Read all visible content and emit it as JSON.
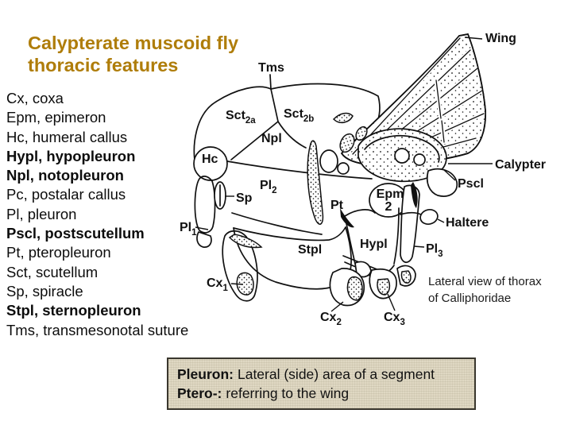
{
  "title": {
    "line1": "Calypterate muscoid fly",
    "line2": "thoracic features"
  },
  "legend": {
    "items": [
      {
        "text": "Cx, coxa",
        "bold": false
      },
      {
        "text": "Epm, epimeron",
        "bold": false
      },
      {
        "text": "Hc, humeral callus",
        "bold": false
      },
      {
        "text": "Hypl, hypopleuron",
        "bold": true
      },
      {
        "text": "Npl, notopleuron",
        "bold": true
      },
      {
        "text": "Pc, postalar callus",
        "bold": false
      },
      {
        "text": "Pl, pleuron",
        "bold": false
      },
      {
        "text": "Pscl, postscutellum",
        "bold": true
      },
      {
        "text": "Pt, pteropleuron",
        "bold": false
      },
      {
        "text": "Sct, scutellum",
        "bold": false
      },
      {
        "text": "Sp, spiracle",
        "bold": false
      },
      {
        "text": "Stpl, sternopleuron",
        "bold": true
      },
      {
        "text": "Tms, transmesonotal suture",
        "bold": false
      }
    ]
  },
  "diagram": {
    "labels": {
      "wing": "Wing",
      "tms": "Tms",
      "sct2a": {
        "main": "Sct",
        "sub": "2a"
      },
      "sct2b": {
        "main": "Sct",
        "sub": "2b"
      },
      "npl": "Npl",
      "hc": "Hc",
      "sp": "Sp",
      "pl2": {
        "main": "Pl",
        "sub": "2"
      },
      "pl1": {
        "main": "Pl",
        "sub": "1"
      },
      "pt": "Pt",
      "stpl": "Stpl",
      "hypl": "Hypl",
      "epm2": {
        "main": "Epm",
        "sub": "2"
      },
      "pl3": {
        "main": "Pl",
        "sub": "3"
      },
      "haltere": "Haltere",
      "pscl": "Pscl",
      "calypter": "Calypter",
      "cx1": {
        "main": "Cx",
        "sub": "1"
      },
      "cx2": {
        "main": "Cx",
        "sub": "2"
      },
      "cx3": {
        "main": "Cx",
        "sub": "3"
      }
    },
    "caption": {
      "line1": "Lateral view of thorax",
      "line2": "of Calliphoridae"
    }
  },
  "definition_box": {
    "entries": [
      {
        "term": "Pleuron:",
        "definition": "Lateral (side) area of a segment"
      },
      {
        "term": "Ptero-:",
        "definition": "referring to the wing"
      }
    ]
  },
  "colors": {
    "title": "#AF7D0A",
    "box_bg": "#DFD8C3",
    "box_border": "#3A372E",
    "ink": "#111111"
  }
}
